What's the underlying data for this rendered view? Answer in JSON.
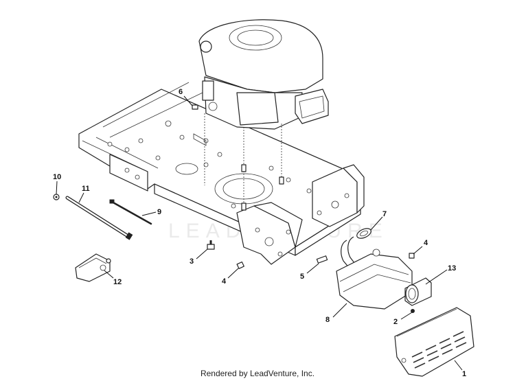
{
  "watermark": "LEADVENTURE",
  "footer": {
    "credit": "Rendered by LeadVenture, Inc."
  },
  "callouts": [
    "1",
    "2",
    "3",
    "4",
    "4",
    "5",
    "6",
    "7",
    "8",
    "9",
    "10",
    "11",
    "12",
    "13"
  ]
}
